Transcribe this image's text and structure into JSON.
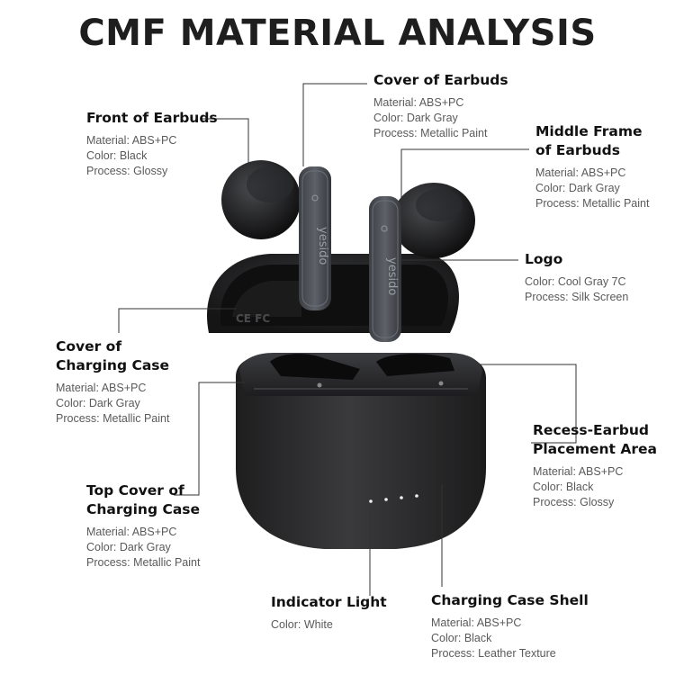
{
  "title": "CMF MATERIAL ANALYSIS",
  "callouts": {
    "front_of_earbuds": {
      "heading": "Front of Earbuds",
      "lines": [
        "Material: ABS+PC",
        "Color: Black",
        "Process: Glossy"
      ]
    },
    "cover_of_earbuds": {
      "heading": "Cover of Earbuds",
      "lines": [
        "Material: ABS+PC",
        "Color: Dark Gray",
        "Process: Metallic Paint"
      ]
    },
    "middle_frame": {
      "heading_line1": "Middle Frame",
      "heading_line2": "of Earbuds",
      "lines": [
        "Material: ABS+PC",
        "Color: Dark Gray",
        "Process: Metallic Paint"
      ]
    },
    "logo": {
      "heading": "Logo",
      "lines": [
        "Color: Cool Gray 7C",
        "Process: Silk Screen"
      ]
    },
    "cover_of_case": {
      "heading_line1": "Cover of",
      "heading_line2": "Charging Case",
      "lines": [
        "Material: ABS+PC",
        "Color: Dark Gray",
        "Process: Metallic Paint"
      ]
    },
    "recess": {
      "heading_line1": "Recess-Earbud",
      "heading_line2": "Placement Area",
      "lines": [
        "Material: ABS+PC",
        "Color: Black",
        "Process: Glossy"
      ]
    },
    "top_cover_of_case": {
      "heading_line1": "Top Cover of",
      "heading_line2": "Charging Case",
      "lines": [
        "Material: ABS+PC",
        "Color: Dark Gray",
        "Process: Metallic Paint"
      ]
    },
    "indicator_light": {
      "heading": "Indicator Light",
      "lines": [
        "Color: White"
      ]
    },
    "charging_case_shell": {
      "heading": "Charging Case Shell",
      "lines": [
        "Material: ABS+PC",
        "Color: Black",
        "Process: Leather Texture"
      ]
    }
  },
  "product": {
    "brand_mark": "yesido",
    "case_marks": "CE FC"
  },
  "colors": {
    "leader_line": "#333333",
    "case_body": "#2b2b2b",
    "earbud_stem": "#4a4d52"
  }
}
